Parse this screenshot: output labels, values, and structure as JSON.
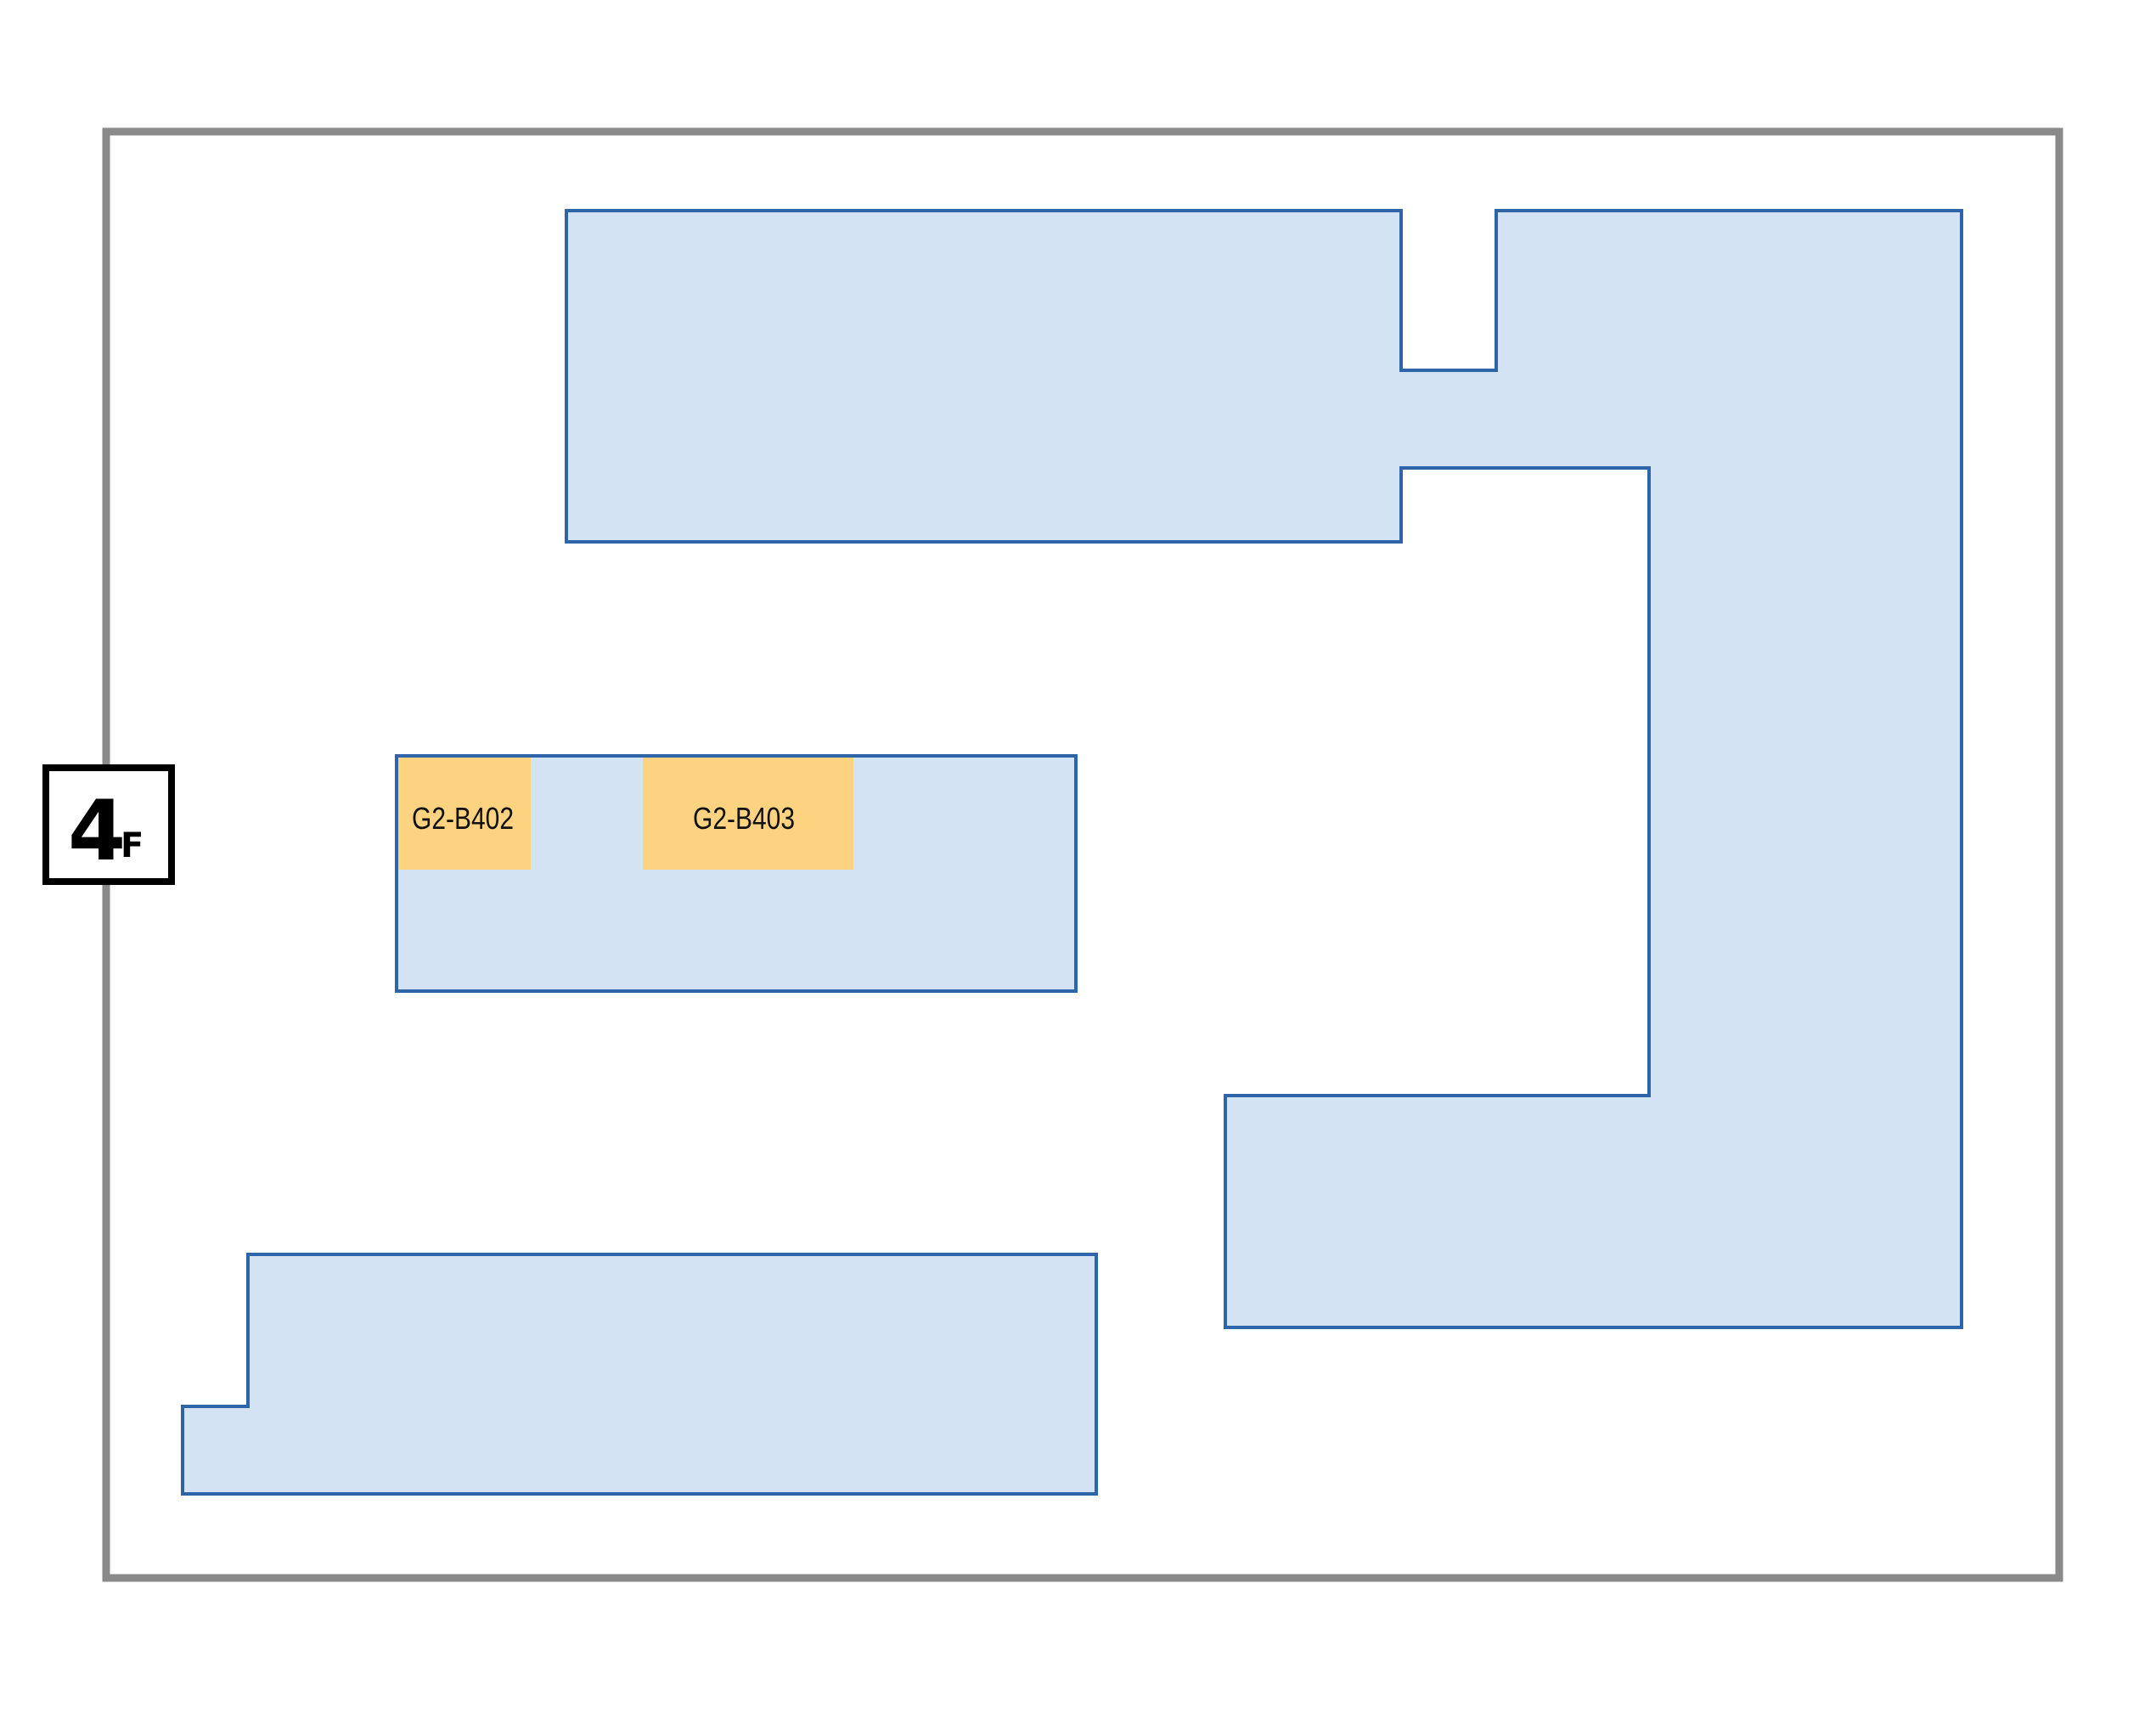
{
  "floor": {
    "number": "4",
    "suffix": "F"
  },
  "rooms": [
    {
      "label": "G2-B402",
      "highlighted": true
    },
    {
      "label": "G2-B403",
      "highlighted": true
    }
  ],
  "colors": {
    "building_border": "#8a8a8a",
    "wing_fill": "#d4e3f3",
    "wing_stroke": "#2e64a8",
    "room_highlight": "#fdd280",
    "badge_border": "#000000"
  }
}
